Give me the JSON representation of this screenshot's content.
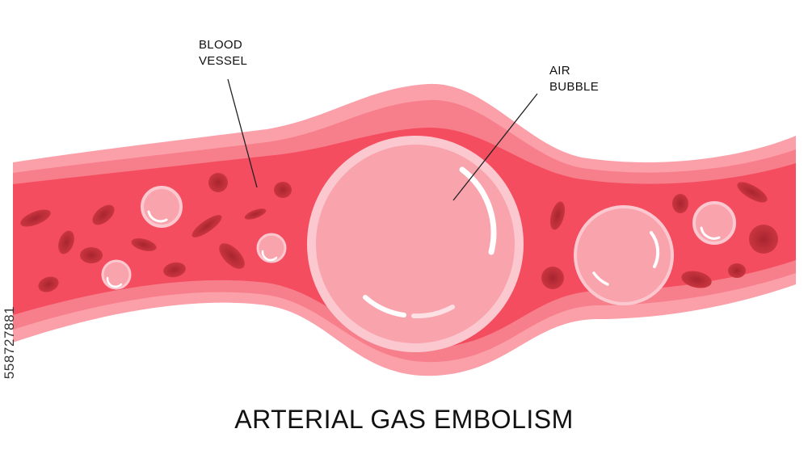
{
  "title": "ARTERIAL GAS EMBOLISM",
  "labels": {
    "vessel_line1": "BLOOD",
    "vessel_line2": "VESSEL",
    "bubble_line1": "AIR",
    "bubble_line2": "BUBBLE"
  },
  "stock_id": "558727881",
  "colors": {
    "vessel_outer": "#fb9fa8",
    "vessel_mid": "#f77f8c",
    "vessel_lumen": "#f44d5f",
    "blood_cell": "#c4323d",
    "blood_cell_center": "#a7252f",
    "bubble_fill": "#f9a3ad",
    "bubble_rim": "#fcc8cf",
    "bubble_highlight": "#ffffff",
    "leader_line": "#222222"
  }
}
